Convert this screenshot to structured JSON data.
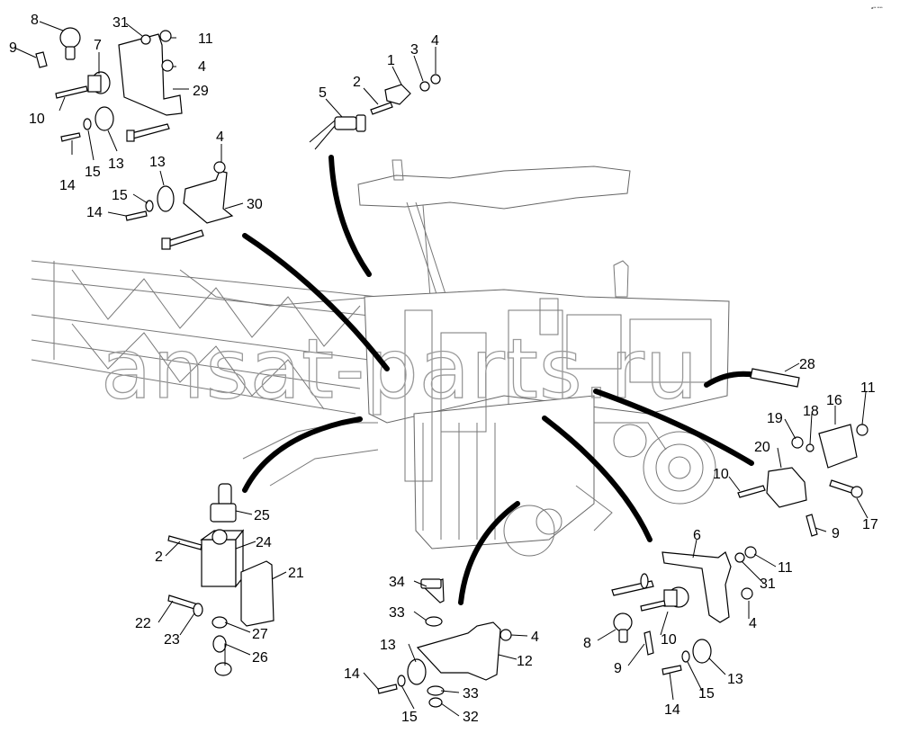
{
  "watermark": "ansat-parts.ru",
  "corner_mark": "a** ****",
  "callouts": {
    "c1": "1",
    "c2a": "2",
    "c2b": "2",
    "c3": "3",
    "c4a": "4",
    "c4b": "4",
    "c4c": "4",
    "c4d": "4",
    "c4e": "4",
    "c5": "5",
    "c6": "6",
    "c7": "7",
    "c8a": "8",
    "c8b": "8",
    "c9a": "9",
    "c9b": "9",
    "c9c": "9",
    "c10a": "10",
    "c10b": "10",
    "c10c": "10",
    "c11a": "11",
    "c11b": "11",
    "c11c": "11",
    "c12": "12",
    "c13a": "13",
    "c13b": "13",
    "c13c": "13",
    "c13d": "13",
    "c14a": "14",
    "c14b": "14",
    "c14c": "14",
    "c14d": "14",
    "c15a": "15",
    "c15b": "15",
    "c15c": "15",
    "c15d": "15",
    "c16": "16",
    "c17": "17",
    "c18": "18",
    "c19": "19",
    "c20": "20",
    "c21": "21",
    "c22": "22",
    "c23": "23",
    "c24": "24",
    "c25": "25",
    "c26": "26",
    "c27": "27",
    "c28": "28",
    "c29": "29",
    "c30": "30",
    "c31a": "31",
    "c31b": "31",
    "c32": "32",
    "c33a": "33",
    "c33b": "33",
    "c34": "34"
  }
}
